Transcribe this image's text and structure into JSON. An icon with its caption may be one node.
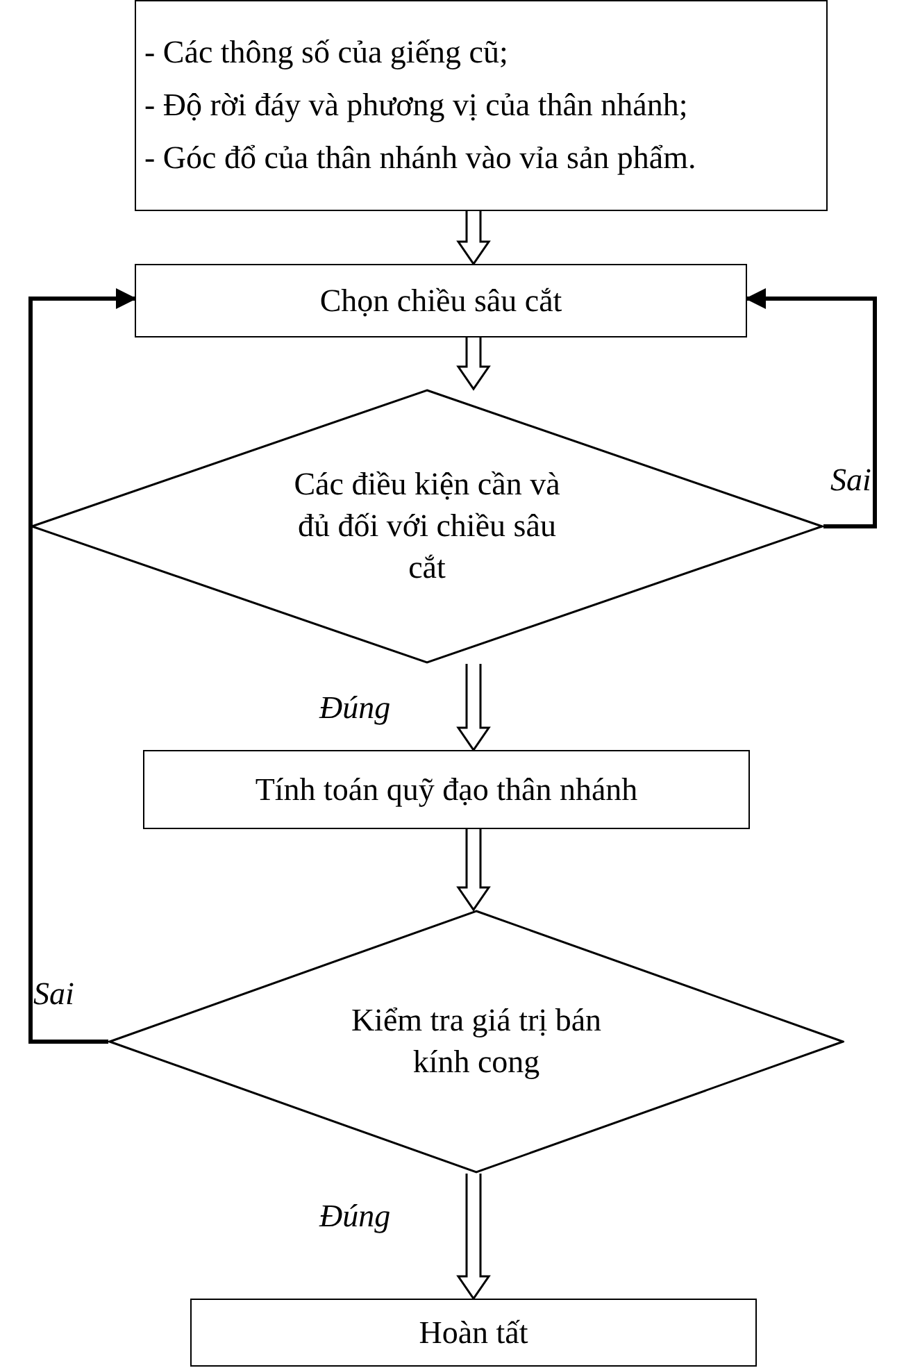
{
  "diagram": {
    "nodes": [
      {
        "text": [
          "- Các thông số của giếng cũ;",
          "- Độ rời đáy và phương vị của thân nhánh;",
          "- Góc đổ của thân nhánh vào vỉa sản phẩm."
        ]
      },
      {
        "text": [
          "Chọn chiều sâu cắt"
        ]
      },
      {
        "text": [
          "Các điều kiện cần và đủ đối với chiều sâu cắt"
        ]
      },
      {
        "text": [
          "Tính toán quỹ đạo thân nhánh"
        ]
      },
      {
        "text": [
          "Kiểm tra giá trị bán kính cong"
        ]
      },
      {
        "text": [
          "Hoàn tất"
        ]
      }
    ],
    "edges": [
      {
        "from": 0,
        "to": 1,
        "arrow": "to"
      },
      {
        "from": 1,
        "to": 2,
        "arrow": "to"
      },
      {
        "from": 2,
        "to": 3,
        "arrow": "to",
        "label": "Đúng"
      },
      {
        "from": 3,
        "to": 4,
        "arrow": "to"
      },
      {
        "from": 2,
        "to": 1,
        "arrow": "to",
        "label": "Sai"
      },
      {
        "from": 4,
        "to": 1,
        "arrow": "to",
        "label": "Sai"
      },
      {
        "from": 4,
        "to": 5,
        "arrow": "to",
        "label": "Đúng"
      }
    ]
  }
}
